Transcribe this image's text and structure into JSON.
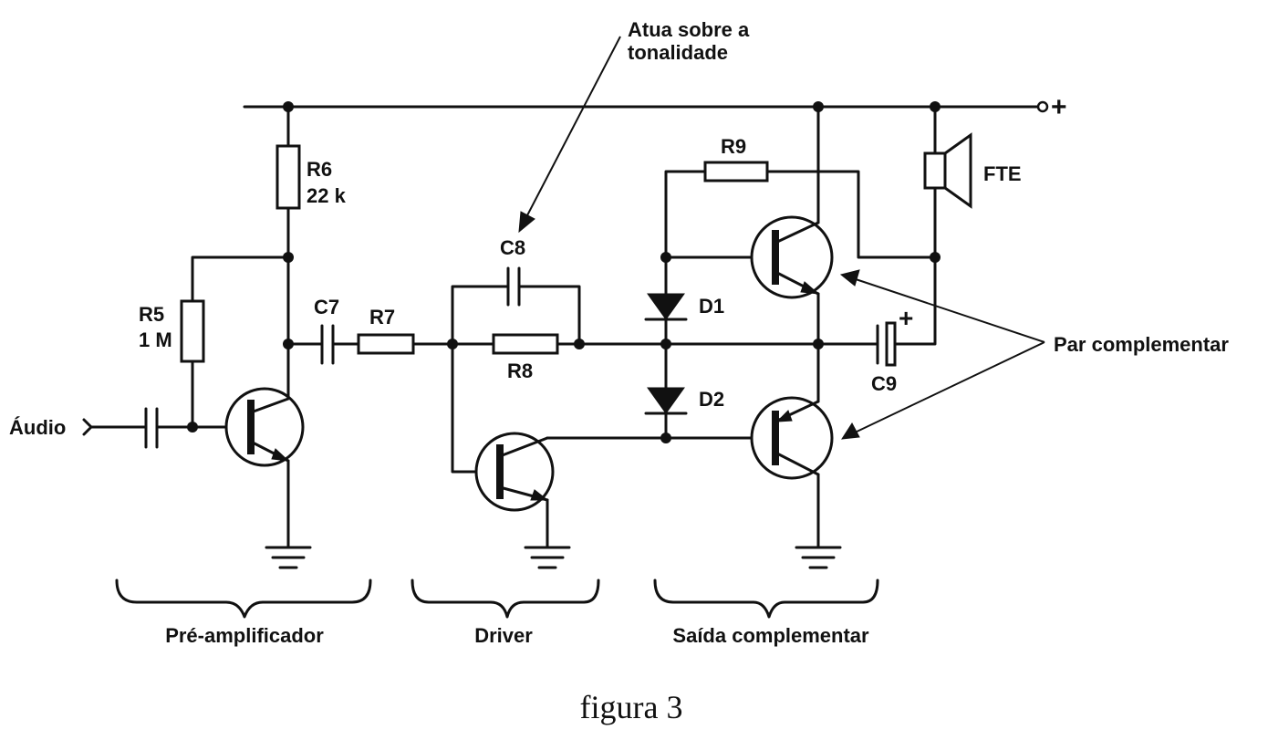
{
  "labels": {
    "note": [
      "Atua sobre a",
      "tonalidade"
    ],
    "plus": "+",
    "r6": "R6",
    "r6_value": "22 k",
    "r5": "R5",
    "r5_value": "1 M",
    "c7": "C7",
    "r7": "R7",
    "c8": "C8",
    "r8": "R8",
    "r9": "R9",
    "d1": "D1",
    "d2": "D2",
    "c9": "C9",
    "c9_plus": "+",
    "fte": "FTE",
    "par": "Par complementar",
    "audio": "Áudio"
  },
  "sections": {
    "pre": "Pré-amplificador",
    "driver": "Driver",
    "saida": "Saída complementar"
  },
  "caption": "figura 3"
}
